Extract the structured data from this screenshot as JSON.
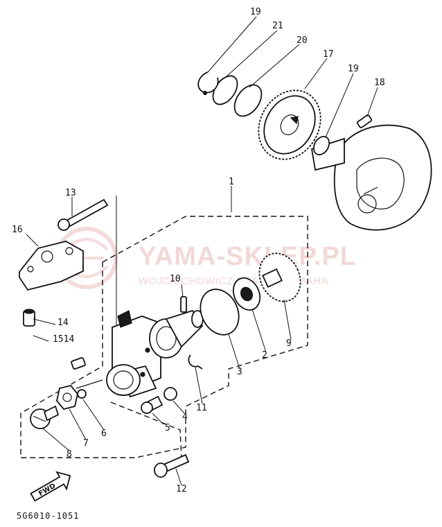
{
  "diagram": {
    "code": "5G6010-1051",
    "fwd_label": "FWD",
    "watermark": {
      "title": "YAMA-SKLEP.PL",
      "subtitle": "WOJCIECHOWICZ DEALER YAMAHA"
    },
    "callouts": {
      "n1": "1",
      "n2": "2",
      "n3": "3",
      "n4": "4",
      "n5": "5",
      "n6": "6",
      "n7": "7",
      "n8": "8",
      "n9": "9",
      "n10": "10",
      "n11": "11",
      "n12": "12",
      "n13": "13",
      "n14a": "14",
      "n1514": "1514",
      "n16": "16",
      "n17": "17",
      "n18": "18",
      "n19a": "19",
      "n19b": "19",
      "n20": "20",
      "n21": "21"
    }
  }
}
